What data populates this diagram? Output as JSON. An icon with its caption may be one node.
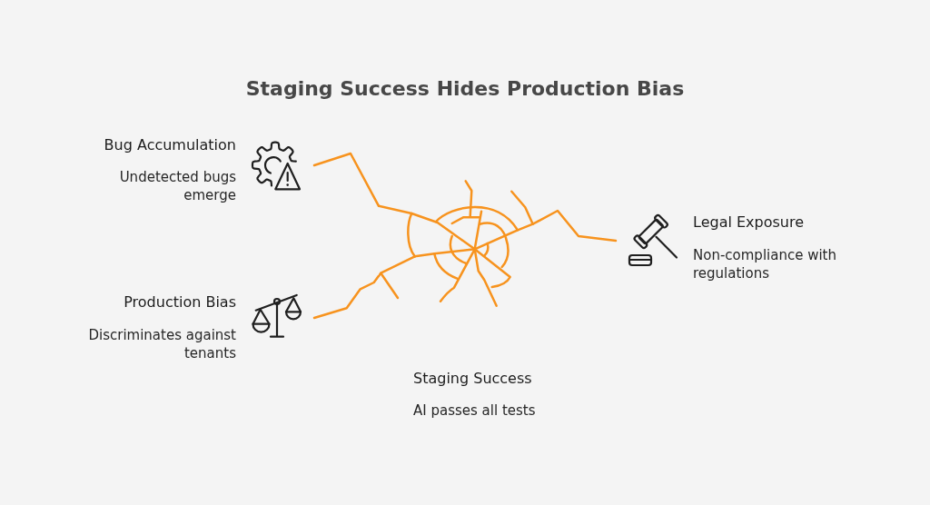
{
  "diagram": {
    "title": "Staging Success Hides Production Bias",
    "nodes": [
      {
        "text": [
          "Bug Accumulation",
          "Undetected bugs emerge"
        ]
      },
      {
        "text": [],
        "shape": "picture"
      },
      {
        "text": [
          "Legal Exposure",
          "Non-compliance with regulations"
        ]
      },
      {
        "text": [
          "Production Bias",
          "Discriminates against tenants"
        ]
      },
      {
        "text": [
          "Staging Success",
          "AI passes all tests"
        ]
      }
    ],
    "edges": [
      {
        "from": 1,
        "to": 0,
        "arrow": "none"
      },
      {
        "from": 1,
        "to": 2,
        "arrow": "none"
      },
      {
        "from": 1,
        "to": 3,
        "arrow": "none"
      }
    ]
  }
}
